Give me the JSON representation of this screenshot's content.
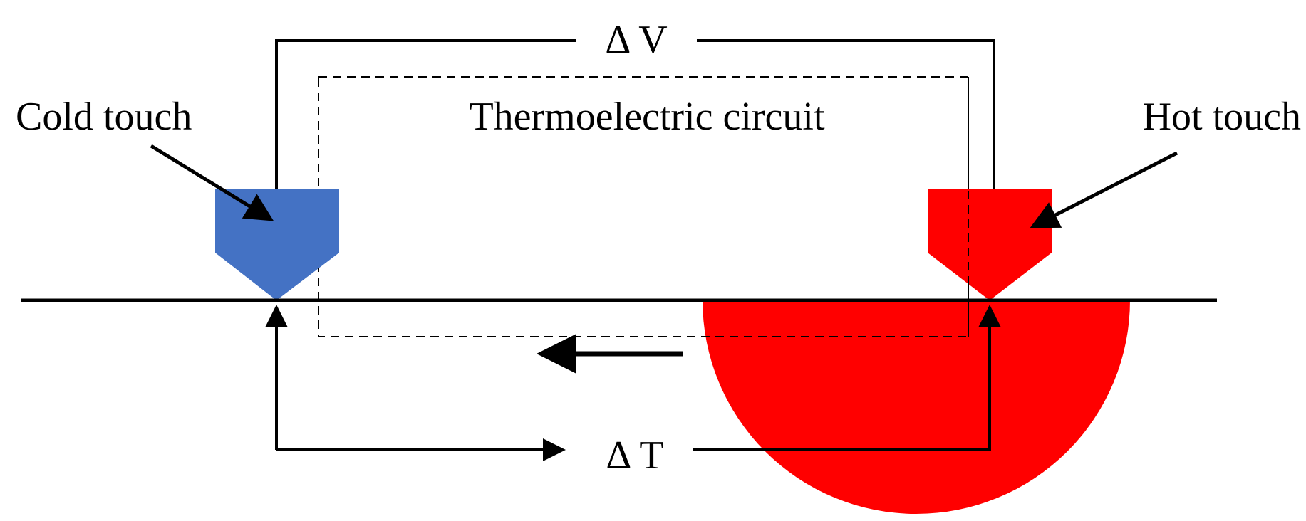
{
  "labels": {
    "delta_v": "Δ V",
    "delta_t": "Δ T",
    "circuit": "Thermoelectric circuit",
    "cold": "Cold touch",
    "hot": "Hot touch"
  },
  "colors": {
    "cold_probe": "#4472C4",
    "hot_probe": "#FF0000",
    "hot_zone": "#FF0000",
    "lines": "#000000"
  }
}
